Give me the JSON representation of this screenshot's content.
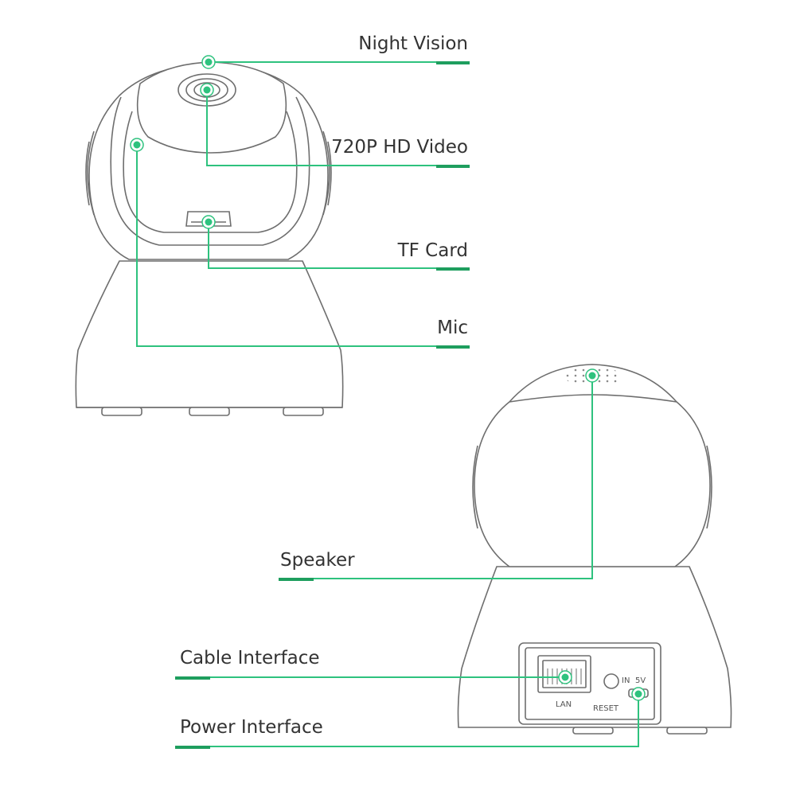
{
  "colors": {
    "accent": "#2ec27e",
    "accent_dark": "#1e9e5e",
    "outline": "#6e6e6e",
    "text": "#333333"
  },
  "callouts": {
    "night_vision": "Night Vision",
    "hd_video": "720P HD Video",
    "tf_card": "TF Card",
    "mic": "Mic",
    "speaker": "Speaker",
    "cable_interface": "Cable Interface",
    "power_interface": "Power Interface"
  },
  "port_panel": {
    "lan": "LAN",
    "reset": "RESET",
    "in": "IN",
    "voltage": "5V"
  }
}
